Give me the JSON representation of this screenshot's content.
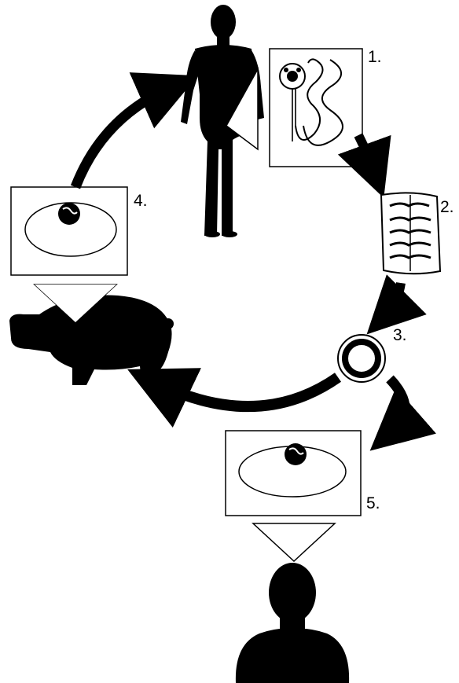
{
  "steps": [
    {
      "number": "1.",
      "icon": "tapeworm-icon"
    },
    {
      "number": "2.",
      "icon": "proglottid-icon"
    },
    {
      "number": "3.",
      "icon": "egg-icon"
    },
    {
      "number": "4.",
      "icon": "cysticercus-icon"
    },
    {
      "number": "5.",
      "icon": "cysticercus-icon"
    }
  ],
  "figures": [
    "human-body-icon",
    "pig-icon",
    "human-head-icon"
  ],
  "colors": {
    "ink": "#000000",
    "paper": "#ffffff"
  }
}
